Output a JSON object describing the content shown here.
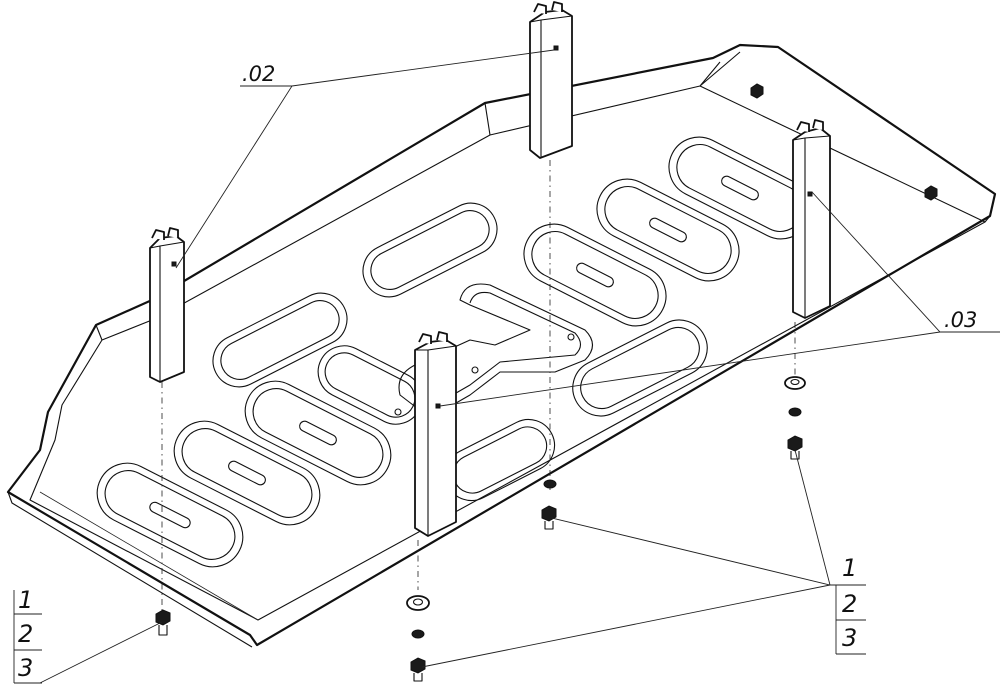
{
  "callouts": {
    "part_02": ".02",
    "part_03": ".03"
  },
  "stacks": {
    "left": [
      "1",
      "2",
      "3"
    ],
    "right": [
      "1",
      "2",
      "3"
    ]
  },
  "colors": {
    "line": "#111111",
    "background": "#ffffff"
  }
}
